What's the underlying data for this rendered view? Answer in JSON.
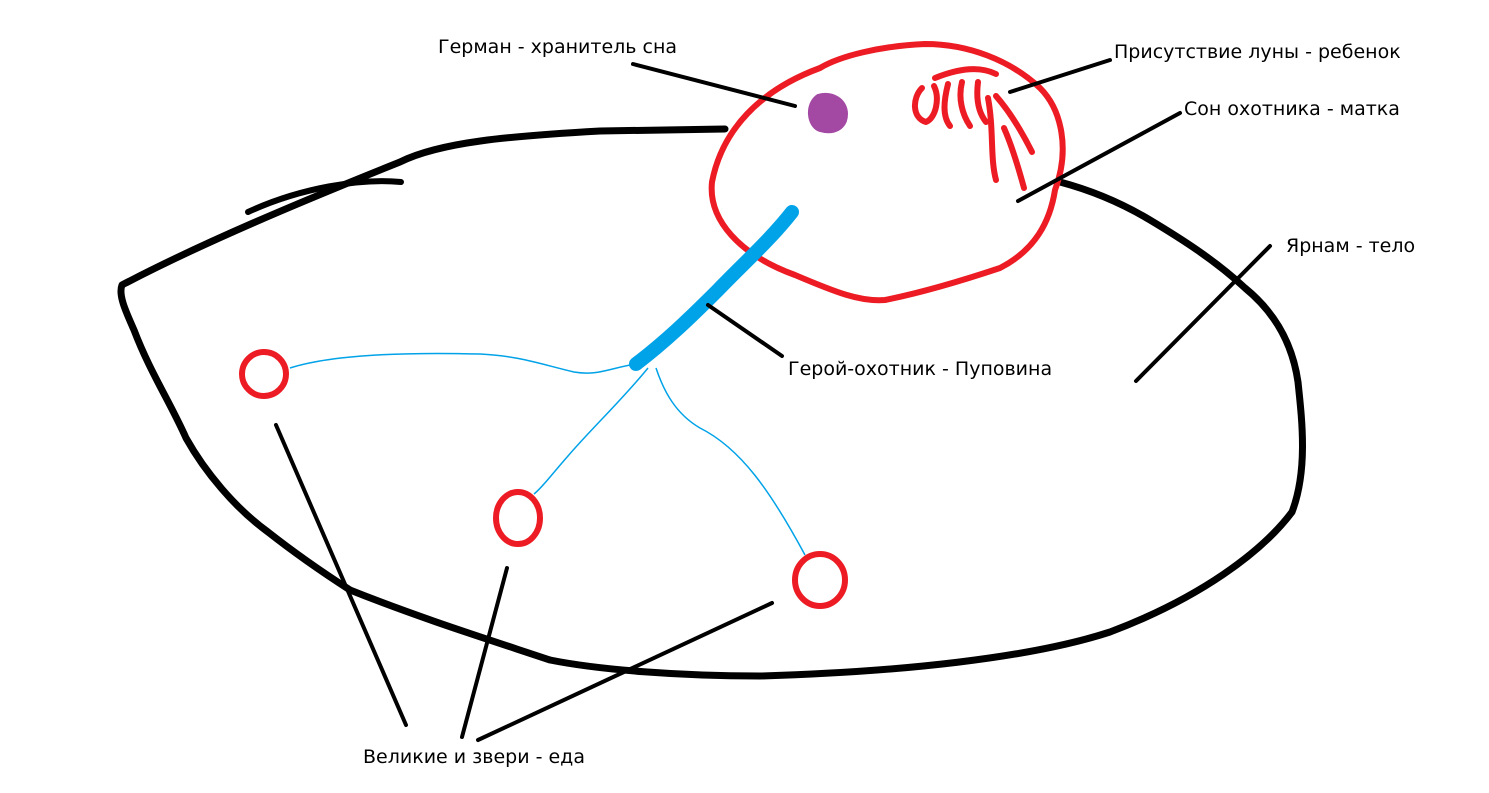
{
  "labels": {
    "german": "Герман - хранитель сна",
    "moon_presence": "Присутствие луны - ребенок",
    "hunters_dream": "Сон охотника - матка",
    "yharnam": "Ярнам - тело",
    "hunter": "Герой-охотник - Пуповина",
    "great_ones": "Великие и звери - еда"
  },
  "colors": {
    "body_outline": "#000000",
    "womb": "#ed1c24",
    "umbilical_cord": "#00a2e8",
    "keeper": "#a349a4",
    "leader_lines": "#000000"
  }
}
